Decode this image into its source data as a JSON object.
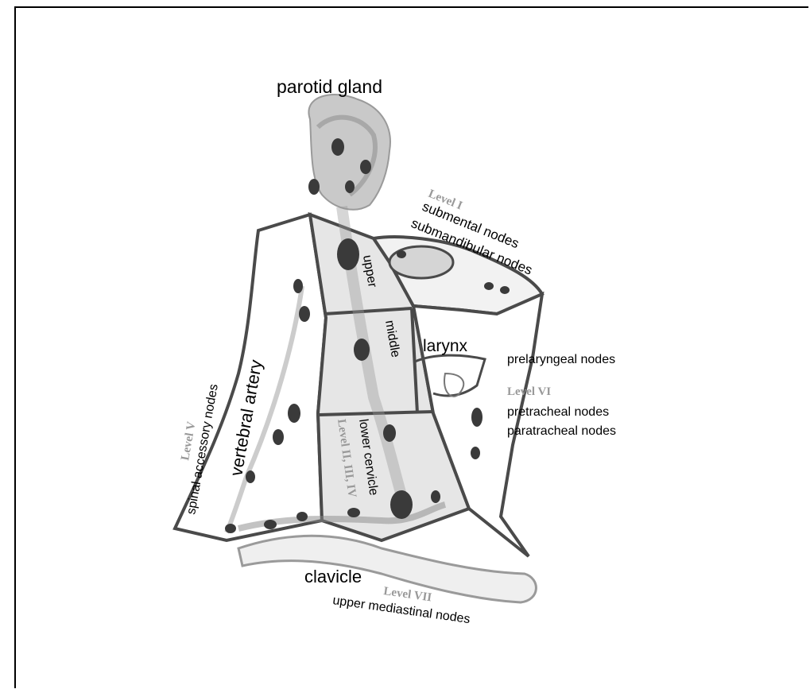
{
  "labels": {
    "parotid_gland": "parotid gland",
    "level_i": "Level I",
    "submental_nodes": "submental nodes",
    "submandibular_nodes": "submandibular nodes",
    "upper": "upper",
    "middle": "middle",
    "larynx": "larynx",
    "prelaryngeal_nodes": "prelaryngeal nodes",
    "level_vi": "Level VI",
    "pretracheal_nodes": "pretracheal nodes",
    "paratracheal_nodes": "paratracheal nodes",
    "vertebral_artery": "vertebral artery",
    "level_v": "Level V",
    "spinal_accessory_nodes": "spinal accessory nodes",
    "level_ii_iii_iv": "Level II, III, IV",
    "lower_cervicle": "lower cervicle",
    "clavicle": "clavicle",
    "level_vii": "Level VII",
    "upper_mediastinal_nodes": "upper mediastinal nodes"
  },
  "colors": {
    "outline": "#4a4a4a",
    "node": "#3a3a3a",
    "shading": "#bdbdbd",
    "level_text": "#999999"
  }
}
